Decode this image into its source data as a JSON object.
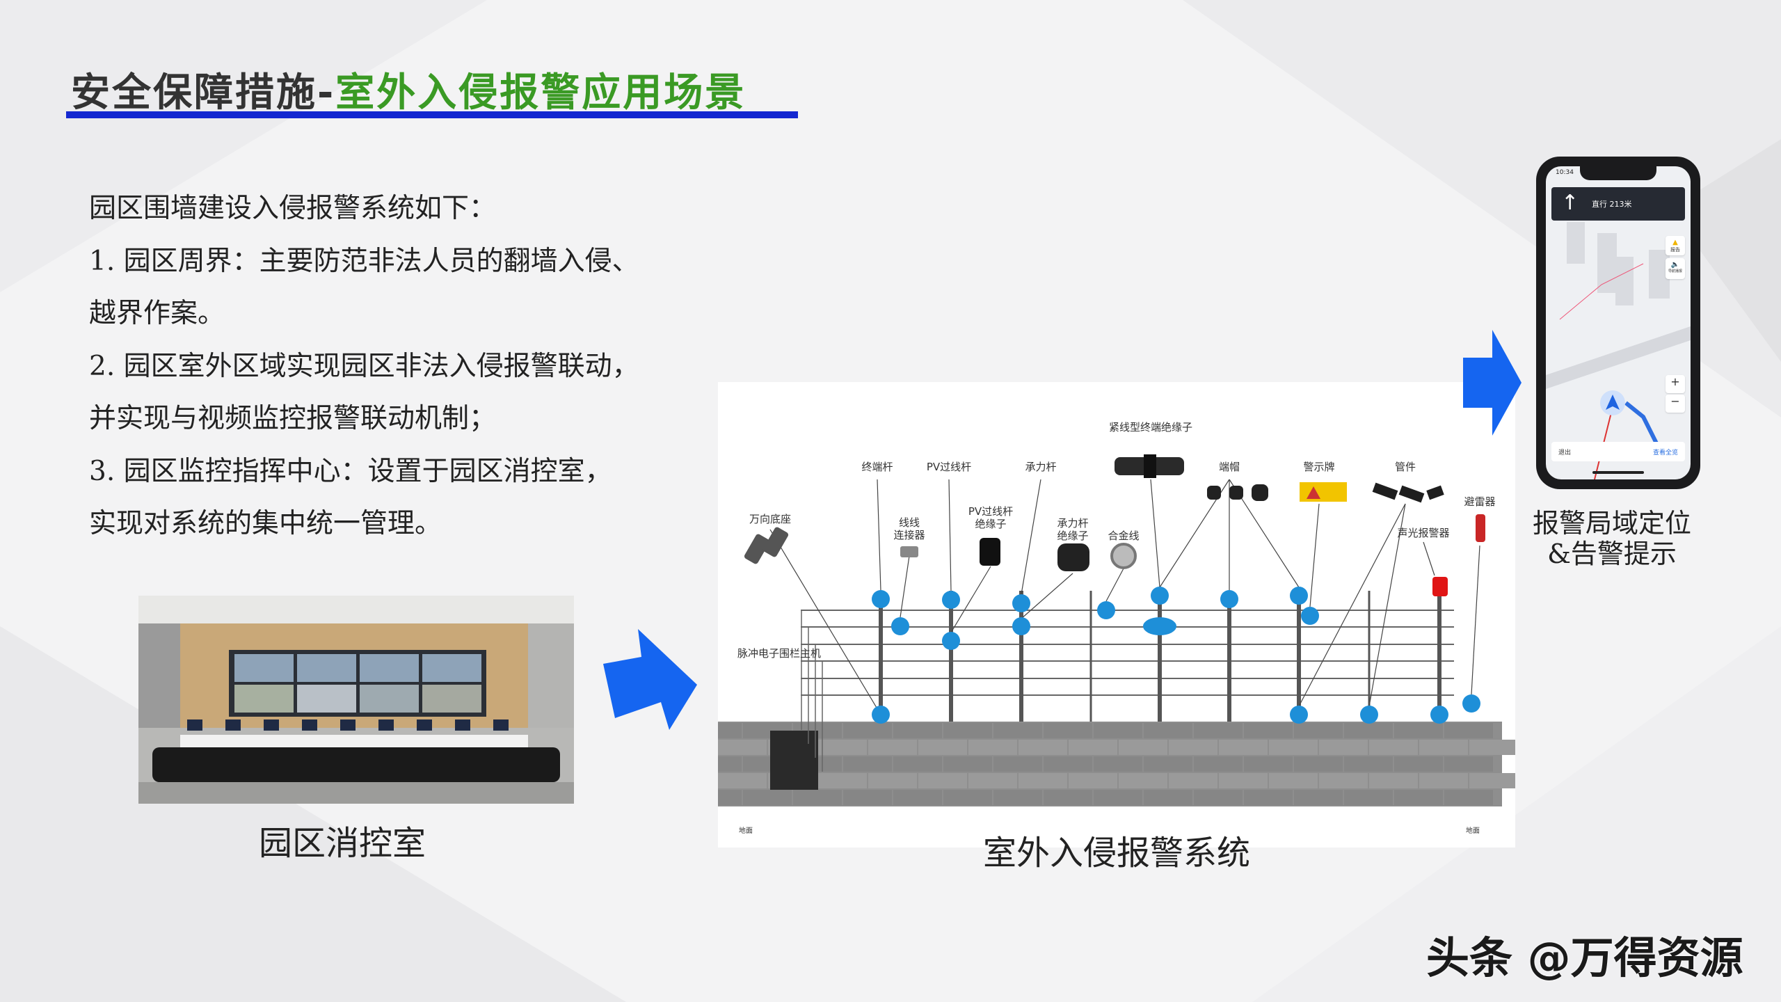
{
  "title": {
    "prefix": "安全保障措施-",
    "highlight": "室外入侵报警应用场景"
  },
  "body_lines": [
    "园区围墙建设入侵报警系统如下：",
    "1. 园区周界：主要防范非法人员的翻墙入侵、",
    "越界作案。",
    "2. 园区室外区域实现园区非法入侵报警联动，",
    "并实现与视频监控报警联动机制；",
    "3. 园区监控指挥中心：设置于园区消控室，",
    "实现对系统的集中统一管理。"
  ],
  "control_room": {
    "caption": "园区消控室"
  },
  "diagram": {
    "caption": "室外入侵报警系统",
    "labels": {
      "tension_insulator": "紧线型终端绝缘子",
      "terminal_pole": "终端杆",
      "pv_pole": "PV过线杆",
      "bearing_pole": "承力杆",
      "end_cap": "端帽",
      "warning_sign": "警示牌",
      "fitting": "管件",
      "lightning_arrester": "避雷器",
      "universal_base": "万向底座",
      "wire_connector_1": "线线",
      "wire_connector_2": "连接器",
      "pv_insulator_1": "PV过线杆",
      "pv_insulator_2": "绝缘子",
      "bearing_insulator_1": "承力杆",
      "bearing_insulator_2": "绝缘子",
      "alloy_wire": "合金线",
      "alarm": "声光报警器",
      "host": "脉冲电子围栏主机",
      "ground_left": "地面",
      "ground_right": "地面"
    }
  },
  "phone": {
    "time": "10:34",
    "nav_instruction": "直行 213米",
    "report_btn": "报告",
    "sound_btn": "导航播报",
    "zoom_in": "+",
    "zoom_out": "−",
    "exit": "退出",
    "overview": "查看全览",
    "caption_line1": "报警局域定位",
    "caption_line2": "&告警提示"
  },
  "watermark": "头条 @万得资源",
  "colors": {
    "title_green": "#3a9a24",
    "accent_blue": "#1428d0",
    "arrow_blue": "#1565f0",
    "node_blue": "#1e8fd8"
  }
}
